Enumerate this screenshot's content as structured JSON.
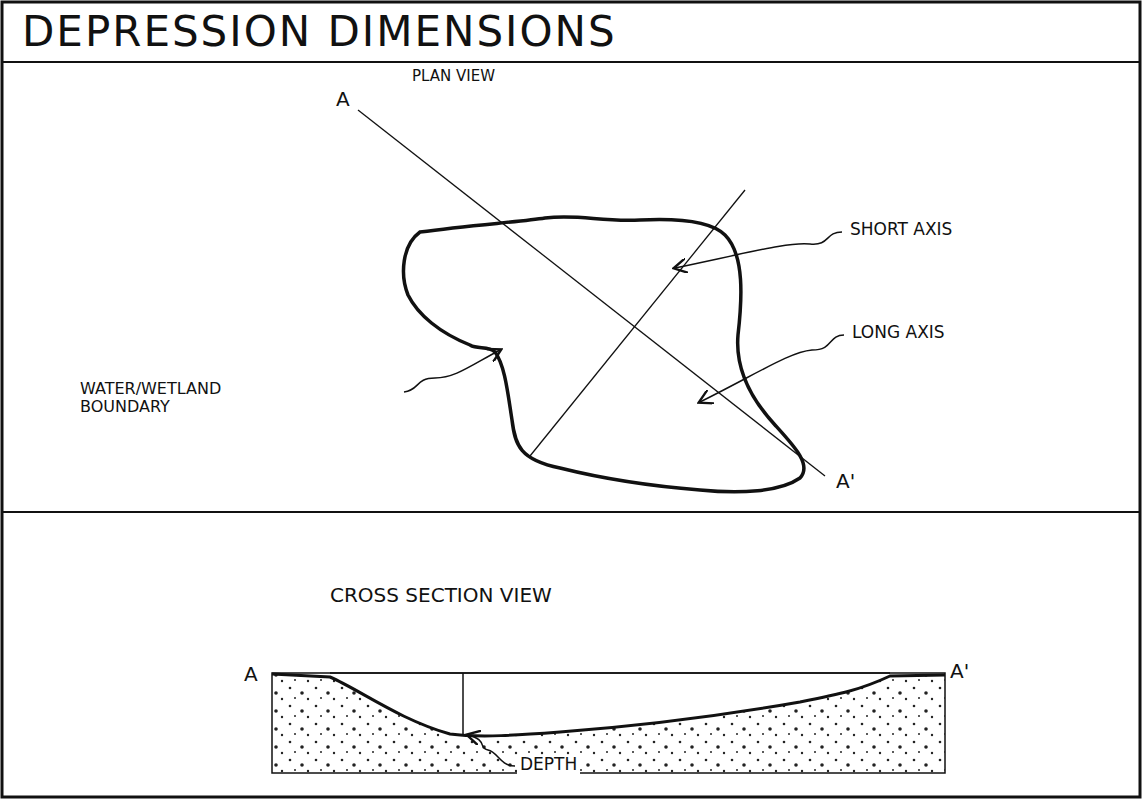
{
  "diagram": {
    "title": "DEPRESSION DIMENSIONS",
    "labels": [
      "PLAN VIEW",
      "A",
      "SHORT AXIS",
      "LONG AXIS",
      "WATER/WETLAND BOUNDARY",
      "A'",
      "CROSS SECTION VIEW",
      "A",
      "A'",
      "DEPTH"
    ]
  }
}
